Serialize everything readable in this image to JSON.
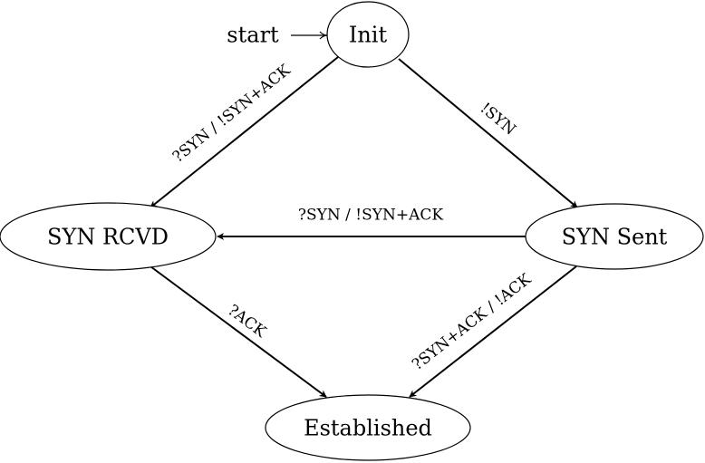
{
  "nodes": {
    "init": "Init",
    "syn_rcvd": "SYN RCVD",
    "syn_sent": "SYN Sent",
    "established": "Established"
  },
  "start_label": "start",
  "edges": {
    "init_to_syn_rcvd": "?SYN / !SYN+ACK",
    "init_to_syn_sent": "!SYN",
    "syn_sent_to_syn_rcvd": "?SYN / !SYN+ACK",
    "syn_rcvd_to_established": "?ACK",
    "syn_sent_to_established": "?SYN+ACK / !ACK"
  },
  "colors": {
    "established_text": "#ff0000",
    "stroke": "#000000"
  }
}
